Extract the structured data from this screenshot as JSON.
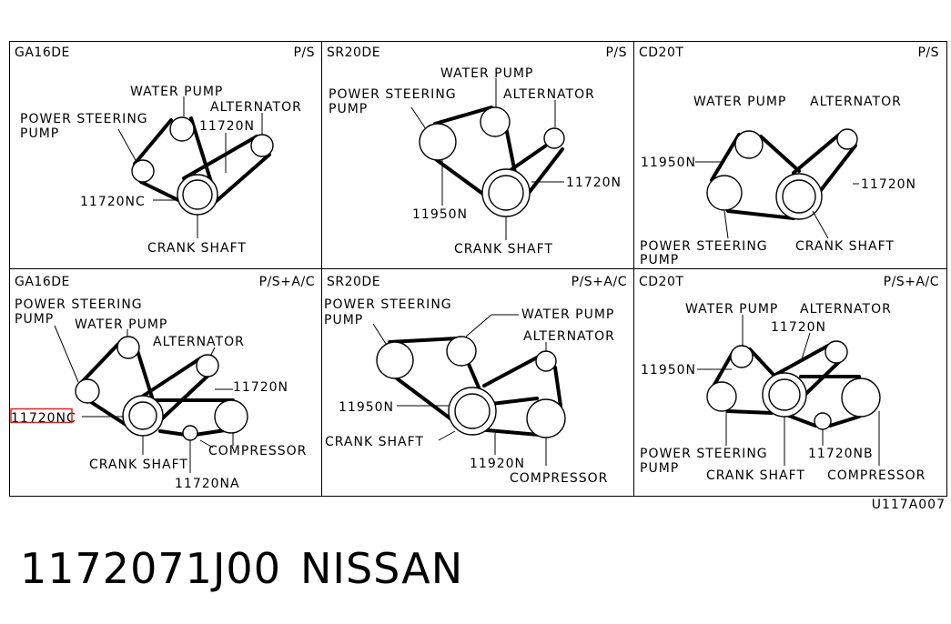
{
  "figure_code": "U117A007",
  "footer": {
    "part_number": "1172071J00",
    "brand": "NISSAN"
  },
  "highlight_color": "#e02020",
  "panels": [
    {
      "engine": "GA16DE",
      "config": "P/S",
      "labels": {
        "water_pump": "WATER PUMP",
        "alternator": "ALTERNATOR",
        "ps1": "POWER STEERING",
        "ps2": "PUMP",
        "crank": "CRANK SHAFT",
        "belt_a": "11720N",
        "belt_b": "11720NC"
      }
    },
    {
      "engine": "SR20DE",
      "config": "P/S",
      "labels": {
        "water_pump": "WATER PUMP",
        "alternator": "ALTERNATOR",
        "ps1": "POWER STEERING",
        "ps2": "PUMP",
        "crank": "CRANK SHAFT",
        "belt_a": "11720N",
        "belt_b": "11950N"
      }
    },
    {
      "engine": "CD20T",
      "config": "P/S",
      "labels": {
        "water_pump": "WATER PUMP",
        "alternator": "ALTERNATOR",
        "ps1": "POWER STEERING",
        "ps2": "PUMP",
        "crank": "CRANK SHAFT",
        "belt_a": "11720N",
        "belt_b": "11950N"
      }
    },
    {
      "engine": "GA16DE",
      "config": "P/S+A/C",
      "labels": {
        "water_pump": "WATER PUMP",
        "alternator": "ALTERNATOR",
        "ps1": "POWER STEERING",
        "ps2": "PUMP",
        "crank": "CRANK SHAFT",
        "compressor": "COMPRESSOR",
        "belt_a": "11720N",
        "belt_b": "11720NC",
        "belt_c": "11720NA"
      }
    },
    {
      "engine": "SR20DE",
      "config": "P/S+A/C",
      "labels": {
        "water_pump": "WATER PUMP",
        "alternator": "ALTERNATOR",
        "ps1": "POWER STEERING",
        "ps2": "PUMP",
        "crank": "CRANK SHAFT",
        "compressor": "COMPRESSOR",
        "belt_a": "11950N",
        "belt_b": "11920N"
      }
    },
    {
      "engine": "CD20T",
      "config": "P/S+A/C",
      "labels": {
        "water_pump": "WATER PUMP",
        "alternator": "ALTERNATOR",
        "ps1": "POWER STEERING",
        "ps2": "PUMP",
        "crank": "CRANK SHAFT",
        "compressor": "COMPRESSOR",
        "belt_a": "11720N",
        "belt_b": "11950N",
        "belt_c": "11720NB"
      }
    }
  ]
}
